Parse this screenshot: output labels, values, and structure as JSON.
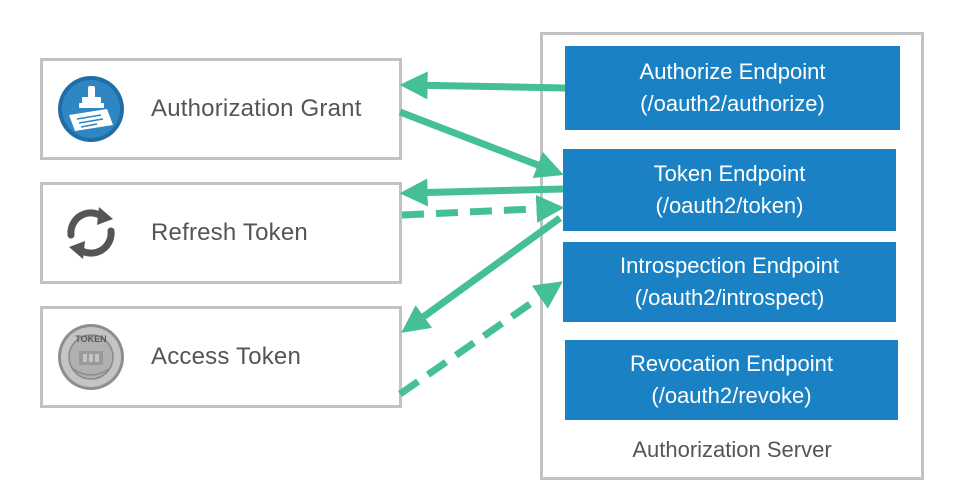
{
  "tokens": {
    "authorization_grant": {
      "label": "Authorization Grant",
      "icon": "stamp-document-icon"
    },
    "refresh_token": {
      "label": "Refresh Token",
      "icon": "refresh-icon"
    },
    "access_token": {
      "label": "Access Token",
      "icon": "coin-token-icon",
      "coin_text": "TOKEN"
    }
  },
  "server": {
    "label": "Authorization Server",
    "endpoints": [
      {
        "name": "Authorize Endpoint",
        "path": "(/oauth2/authorize)"
      },
      {
        "name": "Token Endpoint",
        "path": "(/oauth2/token)"
      },
      {
        "name": "Introspection Endpoint",
        "path": "(/oauth2/introspect)"
      },
      {
        "name": "Revocation Endpoint",
        "path": "(/oauth2/revoke)"
      }
    ]
  },
  "colors": {
    "arrow": "#45bf94",
    "endpoint_fill": "#1a82c4",
    "border": "#c2c2c2",
    "text": "#555555"
  }
}
